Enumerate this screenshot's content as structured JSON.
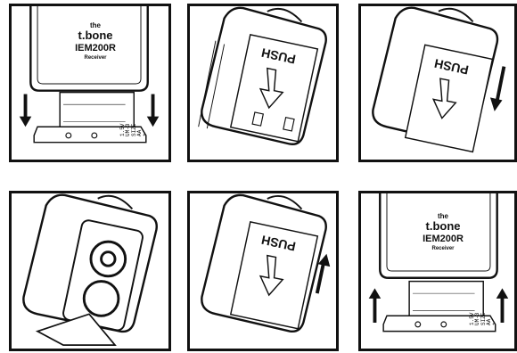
{
  "receiver": {
    "brand_prefix": "the",
    "brand_name": "t.bone",
    "model": "IEM200R",
    "label": "Receiver"
  },
  "door": {
    "push_label": "PUSH"
  },
  "battery": {
    "line1": "1.5V",
    "line2": "UM-3",
    "line3": "SIZE",
    "line4": "AA",
    "polarity": "+"
  }
}
